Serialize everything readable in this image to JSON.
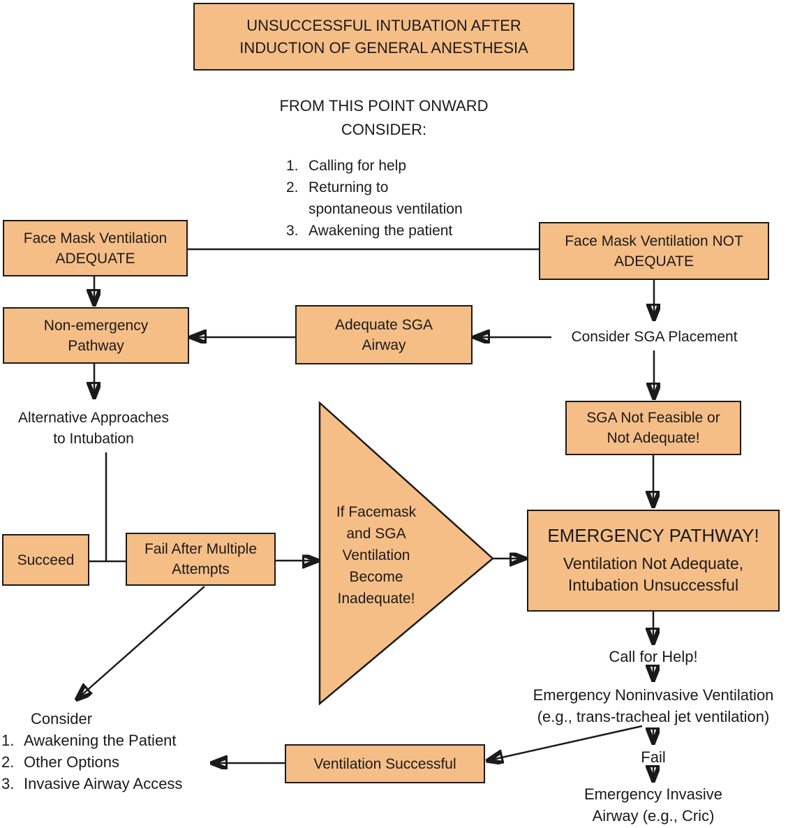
{
  "colors": {
    "background": "#ffffff",
    "node_fill": "#f6be87",
    "node_border": "#1a1a1a",
    "text": "#1a1a1a",
    "line": "#1a1a1a"
  },
  "title_box": {
    "lines": [
      "UNSUCCESSFUL INTUBATION AFTER",
      "INDUCTION OF GENERAL ANESTHESIA"
    ]
  },
  "onward": {
    "header_lines": [
      "FROM THIS POINT ONWARD",
      "CONSIDER:"
    ],
    "items": [
      {
        "num": "1.",
        "lines": [
          "Calling for help"
        ]
      },
      {
        "num": "2.",
        "lines": [
          "Returning to",
          "spontaneous ventilation"
        ]
      },
      {
        "num": "3.",
        "lines": [
          "Awakening the patient"
        ]
      }
    ]
  },
  "nodes": {
    "fmv_adequate": {
      "lines": [
        "Face Mask Ventilation",
        "ADEQUATE"
      ]
    },
    "fmv_not_adequate": {
      "lines": [
        "Face Mask Ventilation NOT",
        "ADEQUATE"
      ]
    },
    "non_emergency": {
      "lines": [
        "Non-emergency",
        "Pathway"
      ]
    },
    "adequate_sga": {
      "lines": [
        "Adequate SGA",
        "Airway"
      ]
    },
    "sga_not_feasible": {
      "lines": [
        "SGA Not Feasible or",
        "Not Adequate!"
      ]
    },
    "emergency": {
      "headline": "EMERGENCY PATHWAY!",
      "lines": [
        "Ventilation Not Adequate,",
        "Intubation Unsuccessful"
      ]
    },
    "succeed": {
      "lines": [
        "Succeed"
      ]
    },
    "fail_multiple": {
      "lines": [
        "Fail After Multiple",
        "Attempts"
      ]
    },
    "ventilation_successful": {
      "lines": [
        "Ventilation Successful"
      ]
    },
    "triangle": {
      "lines": [
        "If Facemask",
        "and SGA",
        "Ventilation",
        "Become",
        "Inadequate!"
      ]
    }
  },
  "labels": {
    "consider_sga": "Consider SGA Placement",
    "alt_approaches": [
      "Alternative Approaches",
      "to Intubation"
    ],
    "call_for_help": "Call for Help!",
    "emergency_noninvasive": [
      "Emergency Noninvasive Ventilation",
      "(e.g., trans-tracheal jet ventilation)"
    ],
    "fail": "Fail",
    "emergency_invasive": [
      "Emergency Invasive",
      "Airway (e.g., Cric)"
    ],
    "consider_bottom": {
      "heading": "Consider",
      "items": [
        {
          "num": "1.",
          "text": "Awakening the Patient"
        },
        {
          "num": "2.",
          "text": "Other Options"
        },
        {
          "num": "3.",
          "text": "Invasive Airway Access"
        }
      ]
    }
  }
}
